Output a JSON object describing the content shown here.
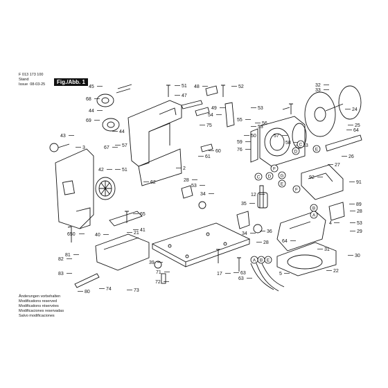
{
  "header": {
    "doc_number": "F 013 173 100",
    "stand_label": "Stand",
    "issue_label": "Issue",
    "issue_date": "08-03-25",
    "figure_label": "Fig./Abb. 1"
  },
  "footer_notes": [
    "Änderungen vorbehalten",
    "Modifications reserved",
    "Modifications réservées",
    "Modificaciones reservadas",
    "Salvo modificaciones"
  ],
  "callouts": [
    {
      "label": "51",
      "side": "r"
    },
    {
      "label": "47",
      "side": "r"
    },
    {
      "label": "48",
      "side": "l"
    },
    {
      "label": "52",
      "side": "r"
    },
    {
      "label": "49",
      "side": "l"
    },
    {
      "label": "54",
      "side": "l"
    },
    {
      "label": "53",
      "side": "r"
    },
    {
      "label": "55",
      "side": "l"
    },
    {
      "label": "56",
      "side": "r"
    },
    {
      "label": "53",
      "side": "r"
    },
    {
      "label": "57",
      "side": "l"
    },
    {
      "label": "58",
      "side": "l"
    },
    {
      "label": "63",
      "side": "r"
    },
    {
      "label": "32",
      "side": "l"
    },
    {
      "label": "33",
      "side": "l"
    },
    {
      "label": "24",
      "side": "r"
    },
    {
      "label": "25",
      "side": "r"
    },
    {
      "label": "64",
      "side": "r"
    },
    {
      "label": "45",
      "side": "l"
    },
    {
      "label": "68",
      "side": "l"
    },
    {
      "label": "44",
      "side": "l"
    },
    {
      "label": "69",
      "side": "l"
    },
    {
      "label": "44",
      "side": "r"
    },
    {
      "label": "75",
      "side": "r"
    },
    {
      "label": "50",
      "side": "r"
    },
    {
      "label": "59",
      "side": "l"
    },
    {
      "label": "76",
      "side": "l"
    },
    {
      "label": "3",
      "side": "r"
    },
    {
      "label": "43",
      "side": "l"
    },
    {
      "label": "57",
      "side": "r"
    },
    {
      "label": "67",
      "side": "l"
    },
    {
      "label": "60",
      "side": "r"
    },
    {
      "label": "61",
      "side": "r"
    },
    {
      "label": "26",
      "side": "r"
    },
    {
      "label": "27",
      "side": "r"
    },
    {
      "label": "2",
      "side": "r"
    },
    {
      "label": "42",
      "side": "l"
    },
    {
      "label": "51",
      "side": "r"
    },
    {
      "label": "62",
      "side": "r"
    },
    {
      "label": "92",
      "side": "l"
    },
    {
      "label": "91",
      "side": "r"
    },
    {
      "label": "28",
      "side": "l"
    },
    {
      "label": "53",
      "side": "l"
    },
    {
      "label": "34",
      "side": "l"
    },
    {
      "label": "12",
      "side": "l"
    },
    {
      "label": "89",
      "side": "r"
    },
    {
      "label": "28",
      "side": "r"
    },
    {
      "label": "4",
      "side": "l"
    },
    {
      "label": "53",
      "side": "r"
    },
    {
      "label": "29",
      "side": "r"
    },
    {
      "label": "65",
      "side": "r"
    },
    {
      "label": "35",
      "side": "l"
    },
    {
      "label": "36",
      "side": "r"
    },
    {
      "label": "41",
      "side": "r"
    },
    {
      "label": "650",
      "side": "l"
    },
    {
      "label": "40",
      "side": "l"
    },
    {
      "label": "21",
      "side": "r"
    },
    {
      "label": "31",
      "side": "r"
    },
    {
      "label": "34",
      "side": "l"
    },
    {
      "label": "28",
      "side": "r"
    },
    {
      "label": "64",
      "side": "l"
    },
    {
      "label": "81",
      "side": "l"
    },
    {
      "label": "82",
      "side": "l"
    },
    {
      "label": "83",
      "side": "l"
    },
    {
      "label": "39",
      "side": "l"
    },
    {
      "label": "71",
      "side": "l"
    },
    {
      "label": "72",
      "side": "l"
    },
    {
      "label": "17",
      "side": "l"
    },
    {
      "label": "63",
      "side": "r"
    },
    {
      "label": "63",
      "side": "l"
    },
    {
      "label": "30",
      "side": "r"
    },
    {
      "label": "22",
      "side": "r"
    },
    {
      "label": "5",
      "side": "l"
    },
    {
      "label": "80",
      "side": "r"
    },
    {
      "label": "74",
      "side": "r"
    },
    {
      "label": "73",
      "side": "r"
    }
  ],
  "circled_labels": [
    "E",
    "C",
    "D",
    "F",
    "G",
    "E",
    "F",
    "B",
    "A",
    "A",
    "B",
    "E",
    "D",
    "C"
  ]
}
